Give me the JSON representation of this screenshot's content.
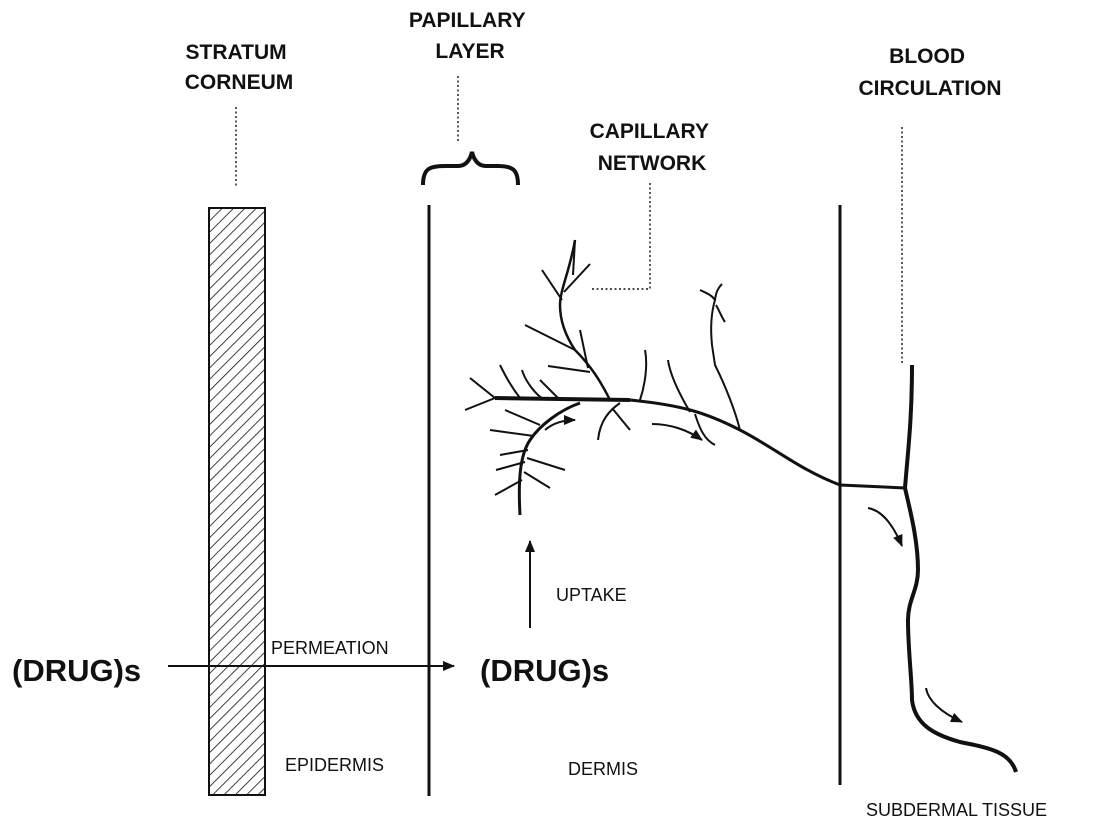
{
  "labels": {
    "stratum_corneum": [
      "STRATUM",
      "CORNEUM"
    ],
    "papillary_layer": [
      "PAPILLARY",
      "LAYER"
    ],
    "capillary_network": [
      "CAPILLARY",
      "NETWORK"
    ],
    "blood_circulation": [
      "BLOOD",
      "CIRCULATION"
    ],
    "uptake": "UPTAKE",
    "permeation": "PERMEATION",
    "drug_left": "(DRUG)s",
    "drug_center": "(DRUG)s",
    "epidermis": "EPIDERMIS",
    "dermis": "DERMIS",
    "subdermal_tissue": "SUBDERMAL TISSUE"
  },
  "colors": {
    "ink": "#111111",
    "background": "#ffffff"
  }
}
